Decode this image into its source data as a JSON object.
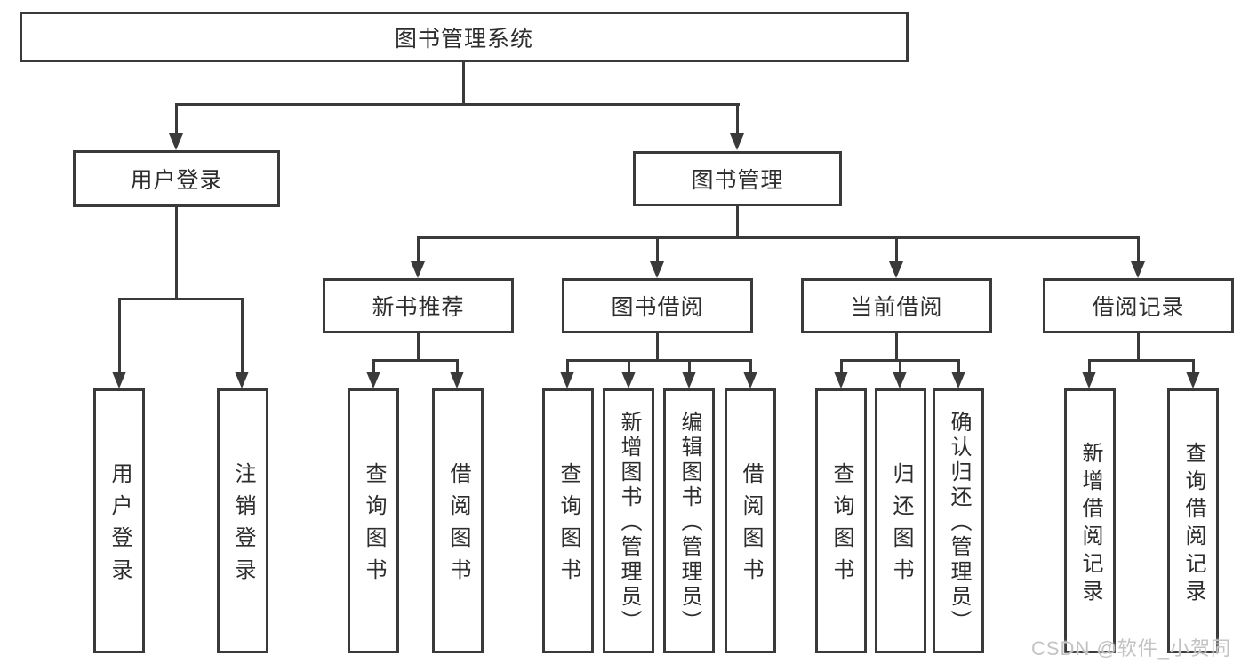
{
  "tree": {
    "label": "图书管理系统",
    "children": [
      {
        "label": "用户登录",
        "children": [
          {
            "label": "用户登录"
          },
          {
            "label": "注销登录"
          }
        ]
      },
      {
        "label": "图书管理",
        "children": [
          {
            "label": "新书推荐",
            "children": [
              {
                "label": "查询图书"
              },
              {
                "label": "借阅图书"
              }
            ]
          },
          {
            "label": "图书借阅",
            "children": [
              {
                "label": "查询图书"
              },
              {
                "label": "新增图书（管理员）"
              },
              {
                "label": "编辑图书（管理员）"
              },
              {
                "label": "借阅图书"
              }
            ]
          },
          {
            "label": "当前借阅",
            "children": [
              {
                "label": "查询图书"
              },
              {
                "label": "归还图书"
              },
              {
                "label": "确认归还（管理员）"
              }
            ]
          },
          {
            "label": "借阅记录",
            "children": [
              {
                "label": "新增借阅记录"
              },
              {
                "label": "查询借阅记录"
              }
            ]
          }
        ]
      }
    ]
  },
  "watermark": {
    "text": "CSDN @软件_小贺同学"
  },
  "colors": {
    "line": "#3a3a3a",
    "text": "#2d2d2d",
    "watermark": "#c3c3c3",
    "background": "#ffffff"
  }
}
